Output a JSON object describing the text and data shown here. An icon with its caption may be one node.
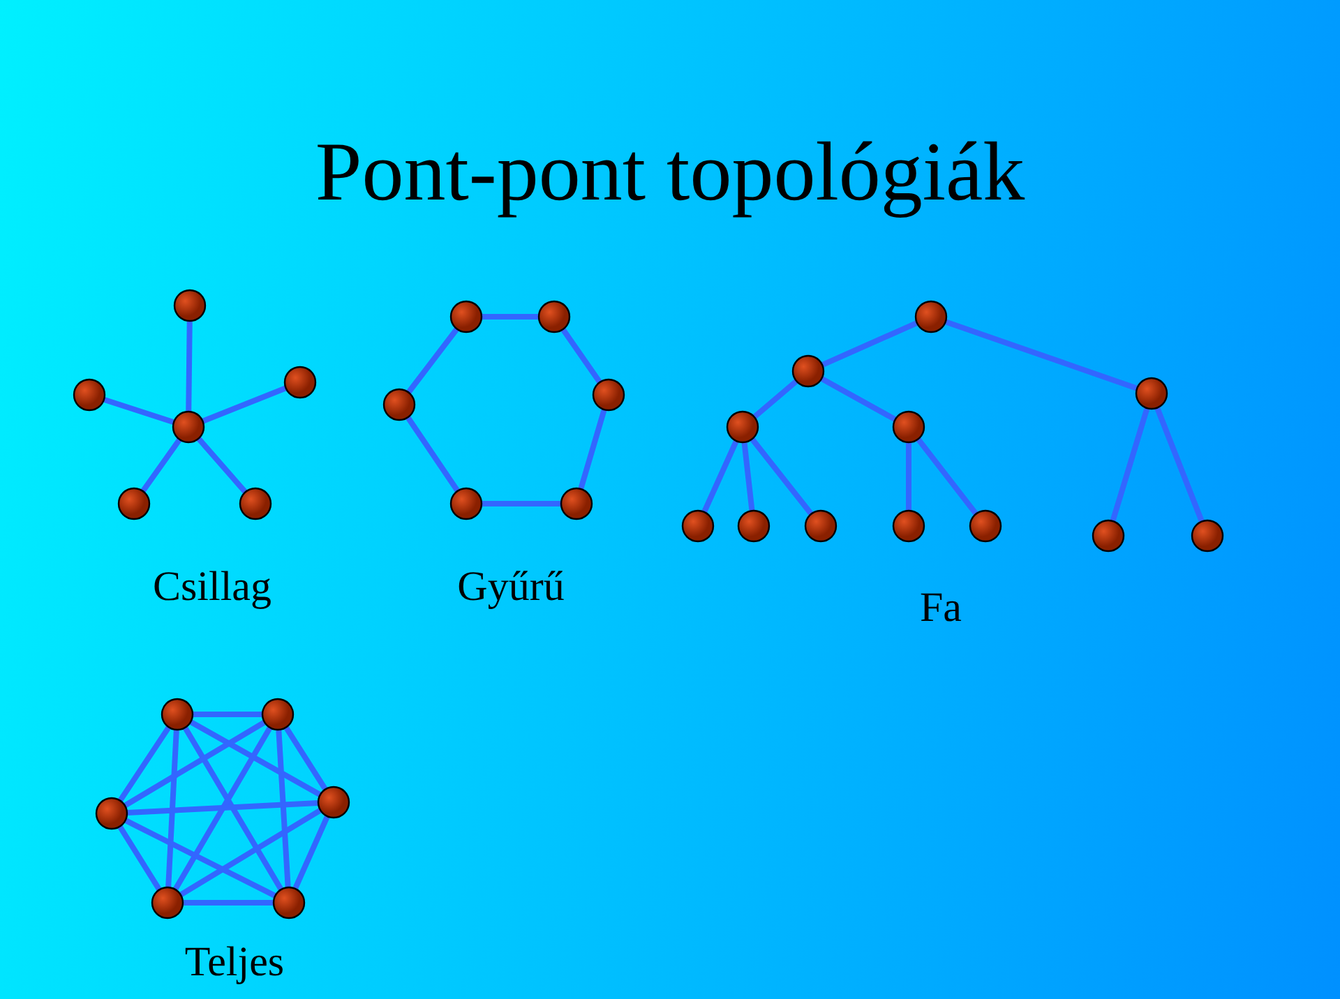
{
  "diagram": {
    "title": "Pont-pont topológiák",
    "nodes": [
      {
        "text": [],
        "shape": "circle"
      },
      {
        "text": [],
        "shape": "circle"
      },
      {
        "text": [],
        "shape": "circle"
      },
      {
        "text": [],
        "shape": "circle"
      },
      {
        "text": [],
        "shape": "circle"
      },
      {
        "text": [],
        "shape": "circle"
      },
      {
        "text": [],
        "shape": "circle"
      },
      {
        "text": [],
        "shape": "circle"
      },
      {
        "text": [],
        "shape": "circle"
      },
      {
        "text": [],
        "shape": "circle"
      },
      {
        "text": [],
        "shape": "circle"
      },
      {
        "text": [],
        "shape": "circle"
      },
      {
        "text": [],
        "shape": "circle"
      },
      {
        "text": [],
        "shape": "circle"
      },
      {
        "text": [],
        "shape": "circle"
      },
      {
        "text": [],
        "shape": "circle"
      },
      {
        "text": [],
        "shape": "circle"
      },
      {
        "text": [],
        "shape": "circle"
      },
      {
        "text": [],
        "shape": "circle"
      },
      {
        "text": [],
        "shape": "circle"
      },
      {
        "text": [],
        "shape": "circle"
      },
      {
        "text": [],
        "shape": "circle"
      },
      {
        "text": [],
        "shape": "circle"
      },
      {
        "text": [],
        "shape": "circle"
      },
      {
        "text": [],
        "shape": "circle"
      },
      {
        "text": [],
        "shape": "circle"
      },
      {
        "text": [],
        "shape": "circle"
      },
      {
        "text": [],
        "shape": "circle"
      },
      {
        "text": [],
        "shape": "circle"
      },
      {
        "text": [],
        "shape": "circle"
      }
    ],
    "edges": [
      {
        "from": 3,
        "to": 0,
        "arrow": "none"
      },
      {
        "from": 3,
        "to": 1,
        "arrow": "none"
      },
      {
        "from": 3,
        "to": 2,
        "arrow": "none"
      },
      {
        "from": 3,
        "to": 4,
        "arrow": "none"
      },
      {
        "from": 3,
        "to": 5,
        "arrow": "none"
      },
      {
        "from": 6,
        "to": 7,
        "arrow": "none"
      },
      {
        "from": 7,
        "to": 8,
        "arrow": "none"
      },
      {
        "from": 8,
        "to": 11,
        "arrow": "none"
      },
      {
        "from": 11,
        "to": 10,
        "arrow": "none"
      },
      {
        "from": 10,
        "to": 9,
        "arrow": "none"
      },
      {
        "from": 9,
        "to": 6,
        "arrow": "none"
      },
      {
        "from": 12,
        "to": 13,
        "arrow": "none"
      },
      {
        "from": 12,
        "to": 14,
        "arrow": "none"
      },
      {
        "from": 13,
        "to": 15,
        "arrow": "none"
      },
      {
        "from": 13,
        "to": 16,
        "arrow": "none"
      },
      {
        "from": 15,
        "to": 17,
        "arrow": "none"
      },
      {
        "from": 15,
        "to": 18,
        "arrow": "none"
      },
      {
        "from": 15,
        "to": 19,
        "arrow": "none"
      },
      {
        "from": 16,
        "to": 20,
        "arrow": "none"
      },
      {
        "from": 16,
        "to": 21,
        "arrow": "none"
      },
      {
        "from": 14,
        "to": 22,
        "arrow": "none"
      },
      {
        "from": 14,
        "to": 23,
        "arrow": "none"
      },
      {
        "from": 24,
        "to": 25,
        "arrow": "none"
      },
      {
        "from": 24,
        "to": 26,
        "arrow": "none"
      },
      {
        "from": 24,
        "to": 27,
        "arrow": "none"
      },
      {
        "from": 24,
        "to": 28,
        "arrow": "none"
      },
      {
        "from": 24,
        "to": 29,
        "arrow": "none"
      },
      {
        "from": 25,
        "to": 26,
        "arrow": "none"
      },
      {
        "from": 25,
        "to": 27,
        "arrow": "none"
      },
      {
        "from": 25,
        "to": 28,
        "arrow": "none"
      },
      {
        "from": 25,
        "to": 29,
        "arrow": "none"
      },
      {
        "from": 26,
        "to": 27,
        "arrow": "none"
      },
      {
        "from": 26,
        "to": 28,
        "arrow": "none"
      },
      {
        "from": 26,
        "to": 29,
        "arrow": "none"
      },
      {
        "from": 27,
        "to": 28,
        "arrow": "none"
      },
      {
        "from": 27,
        "to": 29,
        "arrow": "none"
      },
      {
        "from": 28,
        "to": 29,
        "arrow": "none"
      }
    ],
    "labels": [
      "Csillag",
      "Gyűrű",
      "Fa",
      "Teljes"
    ]
  }
}
